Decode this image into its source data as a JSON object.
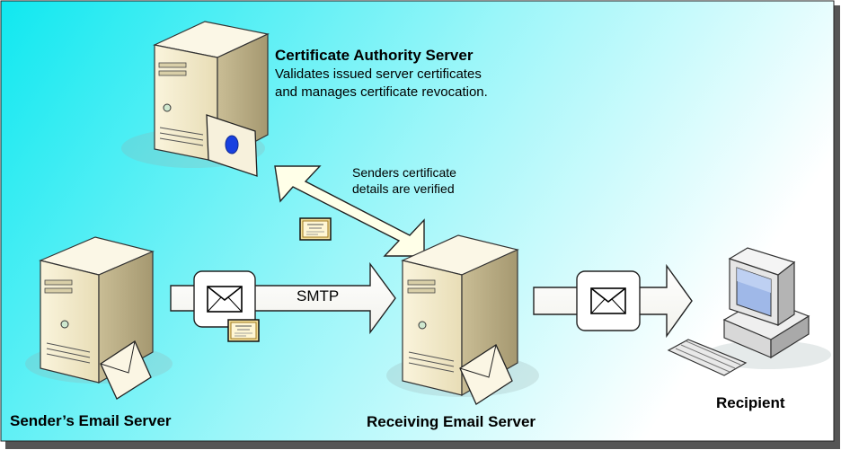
{
  "ca_server": {
    "title": "Certificate Authority Server",
    "desc_line1": "Validates issued server certificates",
    "desc_line2": "and manages certificate revocation."
  },
  "verify_note": {
    "line1": "Senders certificate",
    "line2": "details are verified"
  },
  "smtp_label": "SMTP",
  "sender_label": "Sender’s Email Server",
  "receiver_label": "Receiving Email Server",
  "recipient_label": "Recipient",
  "colors": {
    "background_gradient_start": "#10e8f0",
    "background_gradient_end": "#ffffff",
    "server_body": "#f2e9c9",
    "server_side": "#b8ab83",
    "arrow_fill": "#ffffff",
    "double_arrow_fill": "#ffffe8",
    "certificate_seal": "#1840e0"
  }
}
